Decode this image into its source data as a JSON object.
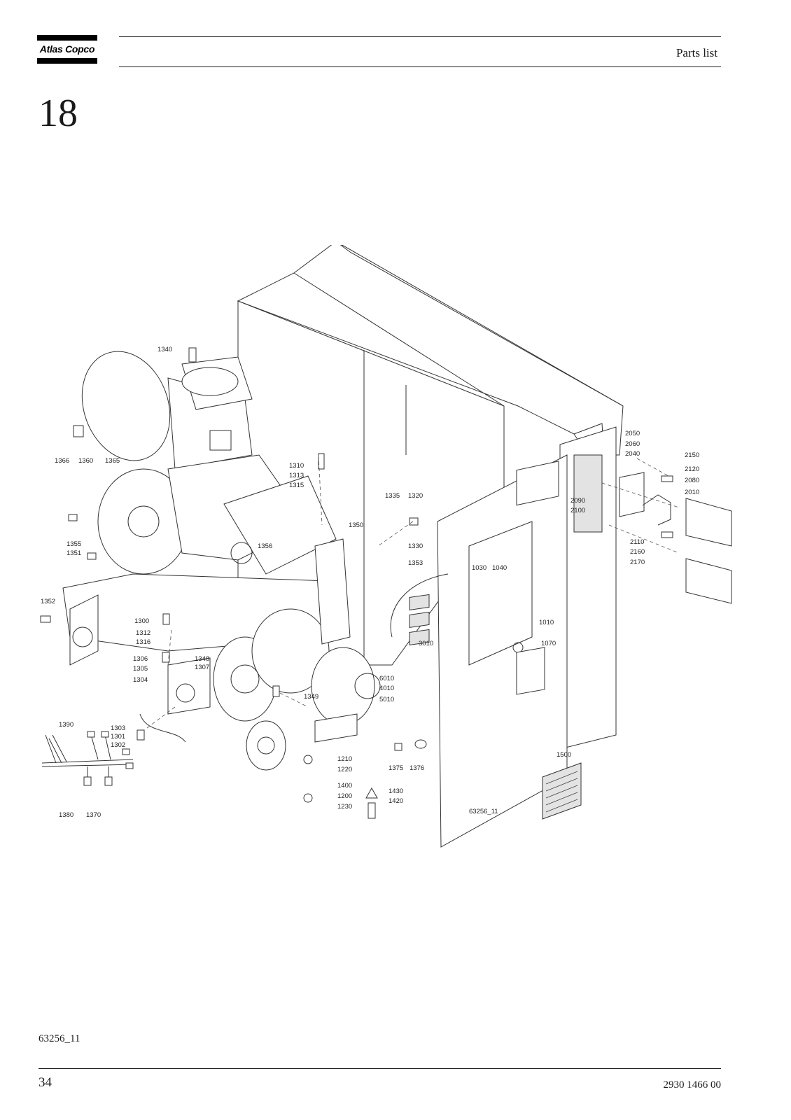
{
  "header": {
    "logo": "Atlas Copco",
    "title": "Parts list"
  },
  "chapter": "18",
  "drawing": {
    "ref_in_drawing": "63256_11",
    "callouts": {
      "c1340": "1340",
      "c1366": "1366",
      "c1360": "1360",
      "c1365": "1365",
      "c1310": "1310",
      "c1313": "1313",
      "c1315": "1315",
      "c1335": "1335",
      "c1320": "1320",
      "c1350": "1350",
      "c1356": "1356",
      "c1330": "1330",
      "c1353": "1353",
      "c1355": "1355",
      "c1351": "1351",
      "c1352": "1352",
      "c1300": "1300",
      "c1312": "1312",
      "c1316": "1316",
      "c1306": "1306",
      "c1348": "1348",
      "c1307": "1307",
      "c1305": "1305",
      "c1304": "1304",
      "c1349": "1349",
      "c1390": "1390",
      "c1303": "1303",
      "c1301": "1301",
      "c1302": "1302",
      "c1380": "1380",
      "c1370": "1370",
      "c1210": "1210",
      "c1220": "1220",
      "c1400": "1400",
      "c1200": "1200",
      "c1230": "1230",
      "c1375": "1375",
      "c1376": "1376",
      "c1430": "1430",
      "c1420": "1420",
      "c3010": "3010",
      "c6010": "6010",
      "c4010": "4010",
      "c5010": "5010",
      "c1030": "1030",
      "c1040": "1040",
      "c1010": "1010",
      "c1070": "1070",
      "c1500": "1500",
      "c2050": "2050",
      "c2060": "2060",
      "c2040": "2040",
      "c2150": "2150",
      "c2120": "2120",
      "c2080": "2080",
      "c2090": "2090",
      "c2010": "2010",
      "c2100": "2100",
      "c2110": "2110",
      "c2160": "2160",
      "c2170": "2170"
    }
  },
  "footer": {
    "drawing_ref": "63256_11",
    "page_number": "34",
    "doc_number": "2930 1466 00"
  }
}
